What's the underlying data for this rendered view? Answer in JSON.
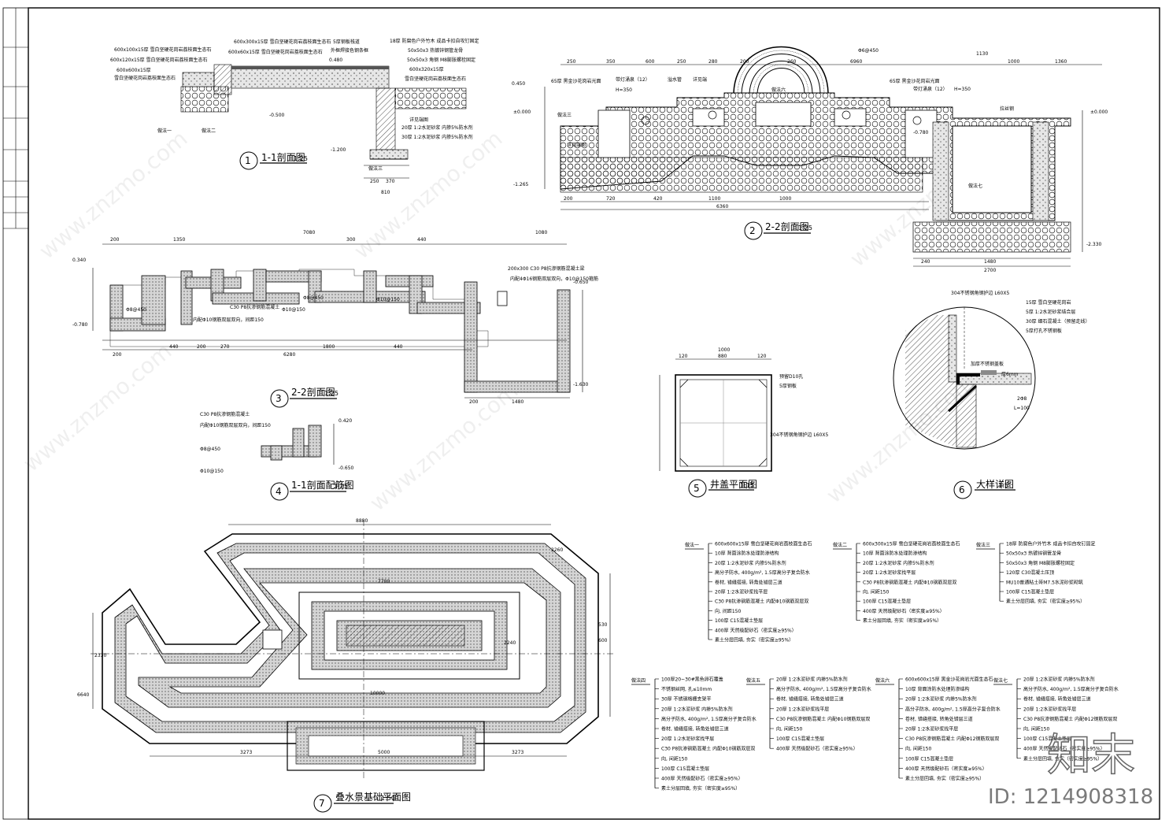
{
  "sheet": {
    "id_label": "ID: 1214908318",
    "logo_text": "知末",
    "watermark": "www.znzmo.com"
  },
  "drawings": [
    {
      "number": "1",
      "title": "1-1剖面图",
      "scale": "1:25"
    },
    {
      "number": "2",
      "title": "2-2剖面图",
      "scale": "1:25"
    },
    {
      "number": "3",
      "title": "2-2剖面图",
      "scale": "1:25"
    },
    {
      "number": "4",
      "title": "1-1剖面配筋图",
      "scale": "1:25"
    },
    {
      "number": "5",
      "title": "井盖平面图",
      "scale": "1:15"
    },
    {
      "number": "6",
      "title": "大样详图",
      "scale": "1:5"
    },
    {
      "number": "7",
      "title": "叠水景基础平面图",
      "scale": "1:50"
    }
  ],
  "section1": {
    "labels": [
      "600x100x15厚 雪白坚硬花岗岩荔枝面生态石",
      "600x120x15厚 雪白坚硬花岗岩荔枝面生态石",
      "600x600x15厚",
      "雪白坚硬花岗岩荔枝面生态石",
      "600x300x15厚 雪白坚硬花岗岩荔枝面生态石",
      "600x60x15厚 雪白坚硬花岗岩荔枝面生态石",
      "5厚钢板栈道",
      "外框焊接色钢条框",
      "18厚 防腐色户外竹木 成品卡扣自攻钉固定",
      "50x50x3 热镀锌钢管龙骨",
      "50x50x3 角钢 M8膨胀螺栓固定",
      "600x320x15厚",
      "雪白坚硬花岗岩荔枝面生态石",
      "做法一",
      "做法二",
      "做法三",
      "详见端图",
      "20厚 1:2水泥砂浆 内掺5%防水剂",
      "30厚 1:2水泥砂浆 内掺5%防水剂"
    ],
    "levels": [
      "0.480",
      "-0.500",
      "-1.200"
    ],
    "dims": [
      "250",
      "370",
      "810"
    ]
  },
  "section2": {
    "labels": [
      "65厚 黑金沙花岗岩光面",
      "65厚 黑金沙花岗岩光面",
      "带灯涌泉（12）",
      "带灯涌泉（12）",
      "H=350",
      "H=350",
      "溢水管",
      "详见端",
      "做法六",
      "做法三",
      "做法七",
      "详见端图",
      "拉丝钢"
    ],
    "dims_top": [
      "250",
      "350",
      "600",
      "250",
      "280",
      "200",
      "260",
      "6960",
      "1130",
      "1000",
      "1360"
    ],
    "dims_bottom": [
      "200",
      "720",
      "420",
      "1100",
      "1000",
      "6360",
      "2700",
      "1480",
      "240"
    ],
    "levels": [
      "0.450",
      "±0.000",
      "±0.000",
      "-1.265",
      "-2.330",
      "-0.780"
    ],
    "total": "Φ6@450"
  },
  "section3": {
    "labels": [
      "C30 P8抗渗钢筋混凝土",
      "内配Φ10钢筋双层双向，间距150",
      "Φ8@450",
      "Φ10@150",
      "Φ10@150",
      "Φ8@450",
      "200x300 C30 P8抗渗钢筋混凝土梁",
      "内配4Φ16钢筋双层双向，Φ10@150箍筋"
    ],
    "dims_top": [
      "200",
      "1350",
      "7080",
      "300",
      "440",
      "1080"
    ],
    "dims_bottom": [
      "200",
      "440",
      "200",
      "270",
      "6280",
      "1800",
      "440",
      "1480",
      "200"
    ],
    "levels": [
      "0.340",
      "-0.780",
      "-0.650",
      "-1.630"
    ]
  },
  "section4": {
    "labels": [
      "C30 P8抗渗钢筋混凝土",
      "内配Φ10钢筋双层双向，间距150",
      "Φ8@450",
      "Φ10@150"
    ],
    "levels": [
      "0.420",
      "-0.650"
    ]
  },
  "cover": {
    "labels": [
      "预留D10孔",
      "5厚钢板",
      "304不锈钢角钢护边 L60X5"
    ],
    "dims": [
      "1000",
      "120",
      "880",
      "120"
    ]
  },
  "detail6": {
    "labels": [
      "304不锈钢角钢护边 L60X5",
      "15厚 雪白坚硬花岗岩",
      "5厚 1:2水泥砂浆结合层",
      "30厚 细石混凝土（预留走线）",
      "5厚打孔不锈钢板",
      "加厚不锈钢盖板",
      "厚6mm",
      "2Φ8",
      "L=100"
    ]
  },
  "plan7": {
    "dims": [
      "8880",
      "2260",
      "10000",
      "3273",
      "5000",
      "3273",
      "2240",
      "530",
      "600",
      "2330",
      "6640",
      "7700"
    ]
  },
  "notes": [
    {
      "tag": "做法一",
      "lines": [
        "600x600x15厚 雪白坚硬花岗岩荔枝面生态石",
        "10厚 背面涂防水处理防渗结构",
        "20厚 1:2水泥砂浆 内掺5%防水剂",
        "高分子防水, 400g/m², 1.5厚高分子复合防水",
        "卷材, 错缝搭接, 转角处错层三道",
        "20厚 1:2水泥砂浆找平层",
        "C30 P8抗渗钢筋混凝土 内配Φ10钢筋双层双",
        "向, 间距150",
        "100厚 C15混凝土垫层",
        "400厚 天然级配砂石（密实度≥95%）",
        "素土分层回填, 夯实（密实度≥95%）"
      ]
    },
    {
      "tag": "做法二",
      "lines": [
        "600x300x15厚 雪白坚硬花岗岩荔枝面生态石",
        "10厚 背面涂防水处理防渗结构",
        "20厚 1:2水泥砂浆 内掺5%防水剂",
        "20厚 1:2水泥砂浆找平层",
        "C30 P8抗渗钢筋混凝土 内配Φ10钢筋双层双",
        "向, 间距150",
        "100厚 C15混凝土垫层",
        "400厚 天然级配砂石（密实度≥95%）",
        "素土分层回填, 夯实（密实度≥95%）"
      ]
    },
    {
      "tag": "做法三",
      "lines": [
        "18厚 防腐色户外竹木 成品卡扣自攻钉固定",
        "50x50x3 热镀锌钢管龙骨",
        "50x50x3 角钢 M8膨胀螺栓固定",
        "120厚 C30混凝土压顶",
        "MU10普通粘土砖M7.5水泥砂浆砌筑",
        "100厚 C15混凝土垫层",
        "素土分层回填, 夯实（密实度≥95%）"
      ]
    },
    {
      "tag": "做法四",
      "lines": [
        "100厚20~30#黑色卵石覆盖",
        "不锈钢丝网, 孔≤10mm",
        "30厚 不锈钢格栅支架平",
        "20厚 1:2水泥砂浆 内掺5%防水剂",
        "高分子防水, 400g/m², 1.5厚高分子复合防水",
        "卷材, 错缝搭接, 转角处错层三道",
        "20厚 1:2水泥砂浆找平层",
        "C30 P8抗渗钢筋混凝土 内配Φ10钢筋双层双",
        "向, 间距150",
        "100厚 C15混凝土垫层",
        "400厚 天然级配砂石（密实度≥95%）",
        "素土分层回填, 夯实（密实度≥95%）"
      ]
    },
    {
      "tag": "做法五",
      "lines": [
        "20厚 1:2水泥砂浆 内掺5%防水剂",
        "高分子防水, 400g/m², 1.5厚高分子复合防水",
        "卷材, 错缝搭接, 转角处错层三道",
        "20厚 1:2水泥砂浆找平层",
        "C30 P8抗渗钢筋混凝土 内配Φ10钢筋双层双",
        "向, 间距150",
        "100厚 C15混凝土垫层",
        "400厚 天然级配砂石（密实度≥95%）"
      ]
    },
    {
      "tag": "做法六",
      "lines": [
        "600x600x15厚 黑金沙花岗岩光面生态石",
        "10厚 背面涂防水处理防渗结构",
        "20厚 1:2水泥砂浆 内掺5%防水剂",
        "高分子防水, 400g/m², 1.5厚高分子复合防水",
        "卷材, 错缝搭接, 转角处错层三道",
        "20厚 1:2水泥砂浆找平层",
        "C30 P8抗渗钢筋混凝土 内配Φ12钢筋双层双",
        "向, 间距150",
        "100厚 C15混凝土垫层",
        "400厚 天然级配砂石（密实度≥95%）",
        "素土分层回填, 夯实（密实度≥95%）"
      ]
    },
    {
      "tag": "做法七",
      "lines": [
        "20厚 1:2水泥砂浆 内掺5%防水剂",
        "高分子防水, 400g/m², 1.5厚高分子复合防水",
        "卷材, 错缝搭接, 转角处错层三道",
        "20厚 1:2水泥砂浆找平层",
        "C30 P8抗渗钢筋混凝土 内配Φ12钢筋双层双",
        "向, 间距150",
        "100厚 C15混凝土垫层",
        "400厚 天然级配砂石（密实度≥95%）",
        "素土分层回填, 夯实（密实度≥95%）"
      ]
    }
  ]
}
